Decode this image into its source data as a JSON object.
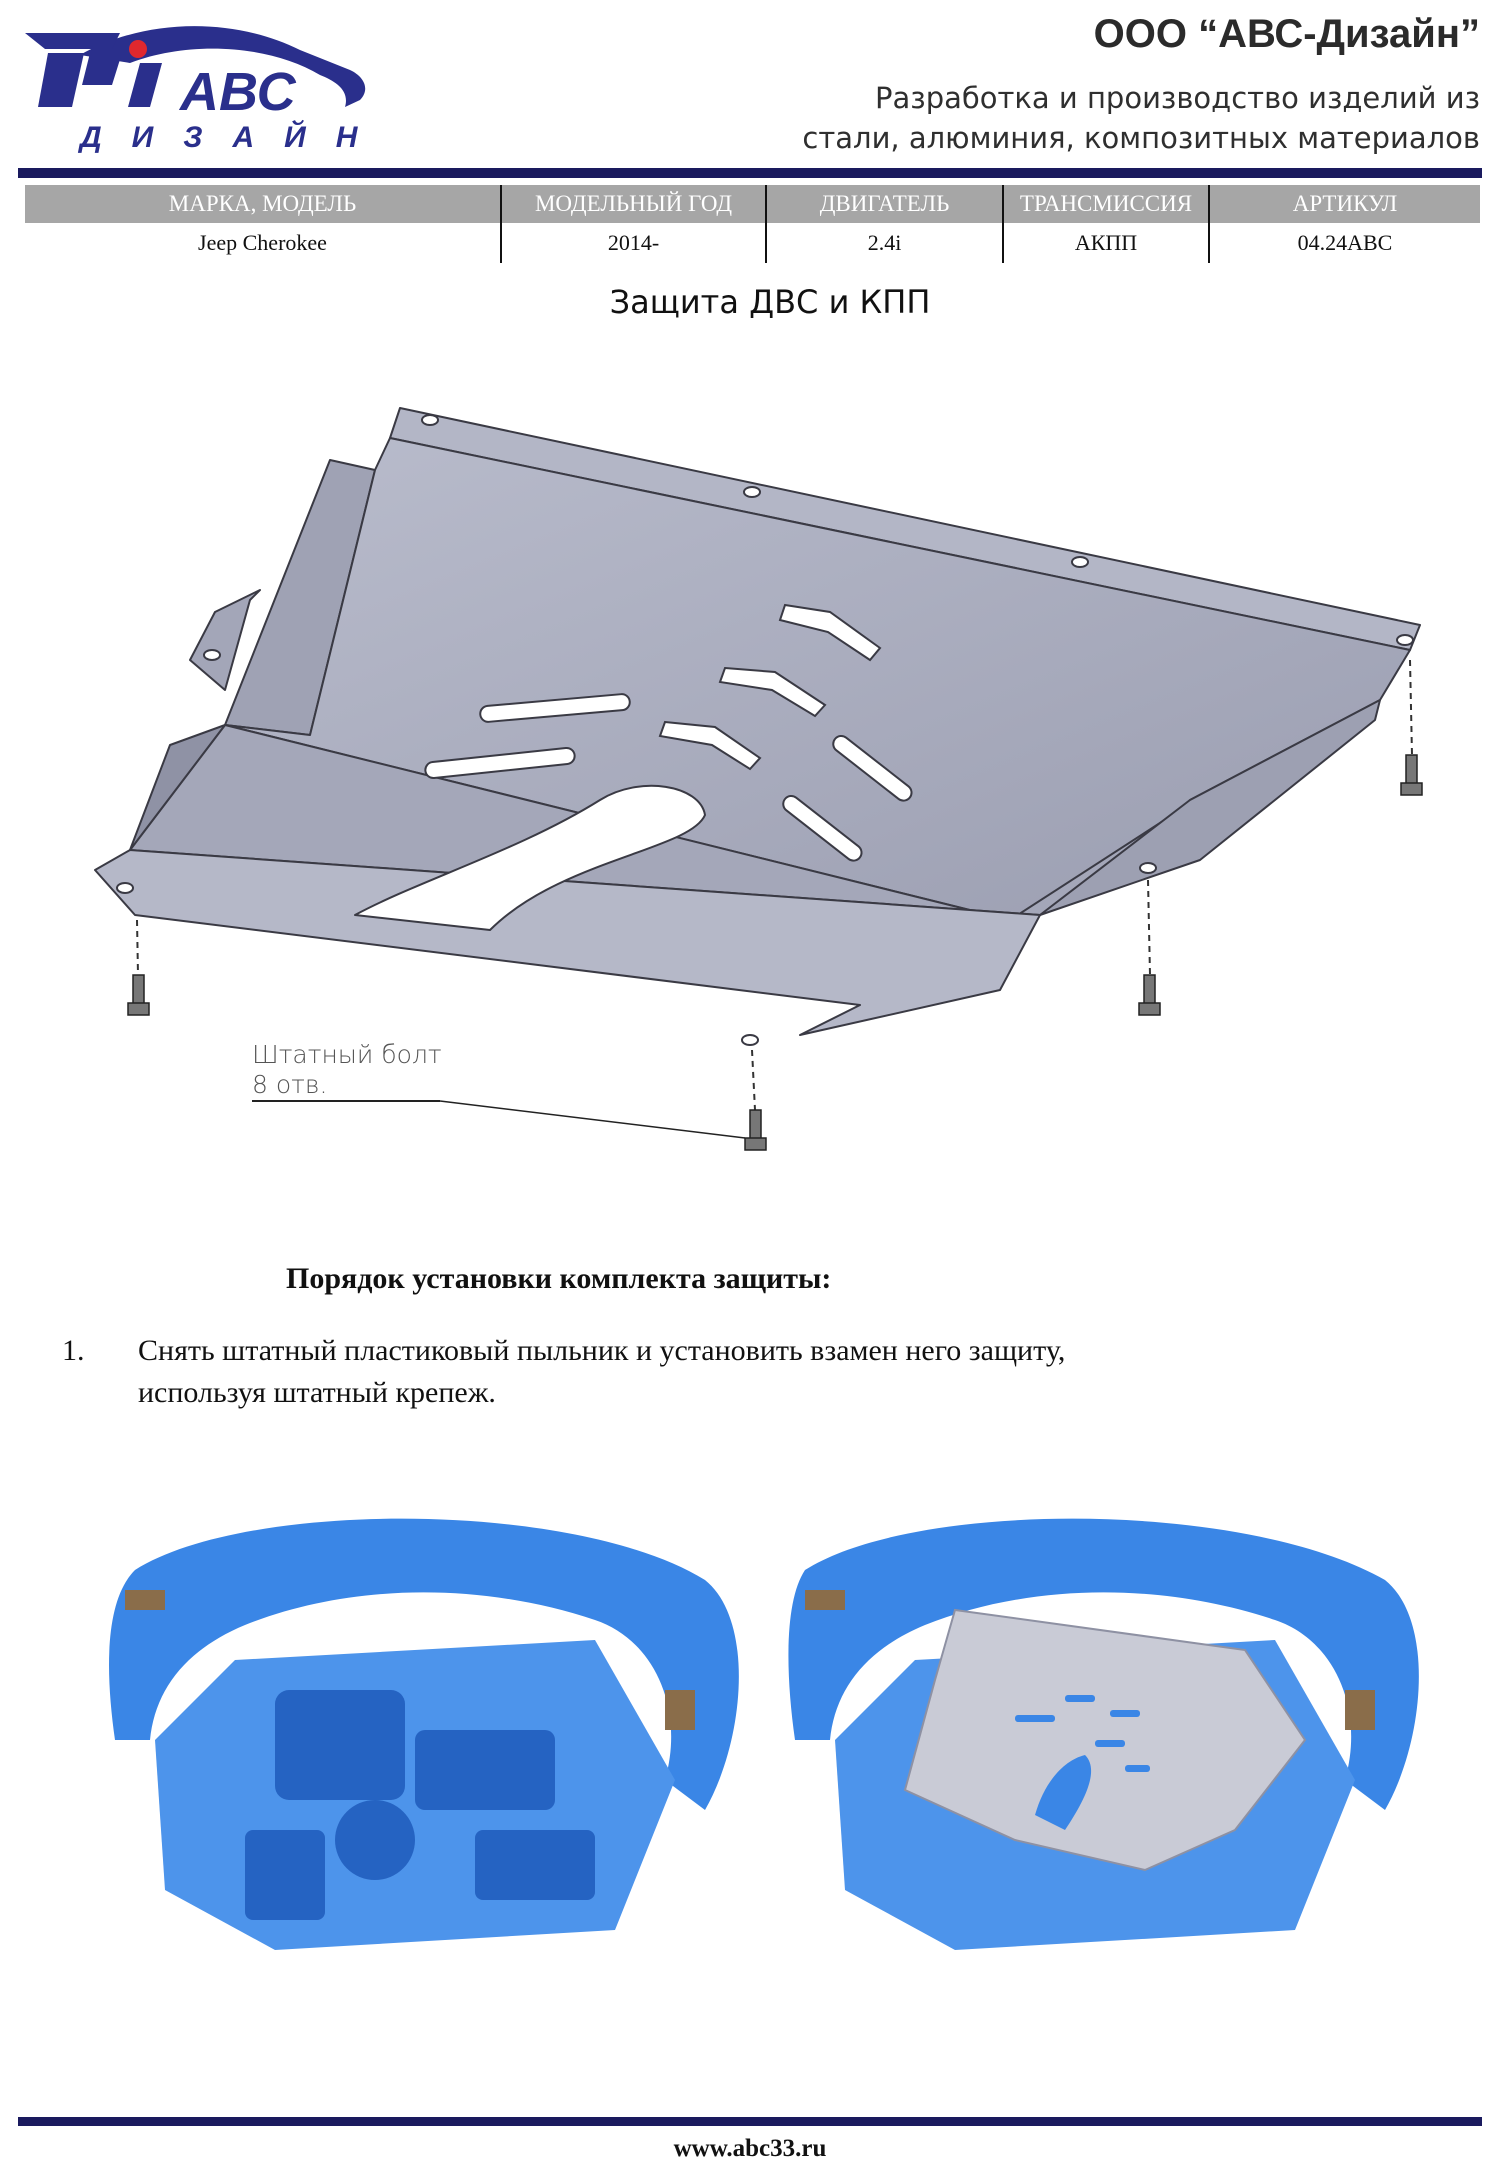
{
  "header": {
    "logo_letters": "АВС",
    "logo_subtitle": "ДИЗАЙН",
    "company_name": "ООО “АВС-Дизайн”",
    "tagline_line1": "Разработка и производство изделий из",
    "tagline_line2": "стали, алюминия, композитных материалов"
  },
  "spec_table": {
    "headers": [
      "МАРКА, МОДЕЛЬ",
      "МОДЕЛЬНЫЙ ГОД",
      "ДВИГАТЕЛЬ",
      "ТРАНСМИССИЯ",
      "АРТИКУЛ"
    ],
    "row": [
      "Jeep Cherokee",
      "2014-",
      "2.4i",
      "АКПП",
      "04.24АВС"
    ]
  },
  "product_title": "Защита ДВС и КПП",
  "drawing": {
    "bolt_label_line1": "Штатный болт",
    "bolt_label_line2": "8 отв."
  },
  "instructions": {
    "heading": "Порядок установки комплекта защиты:",
    "steps": [
      {
        "num": "1.",
        "text": "Снять штатный пластиковый пыльник и установить взамен него защиту, используя штатный крепеж."
      }
    ]
  },
  "colors": {
    "accent_navy": "#1a1a5e",
    "logo_blue": "#2a2f8c",
    "logo_red": "#e0282e",
    "plate_gray": "#a9acbf",
    "model_blue": "#3a86e6"
  },
  "footer": {
    "url": "www.abc33.ru"
  }
}
